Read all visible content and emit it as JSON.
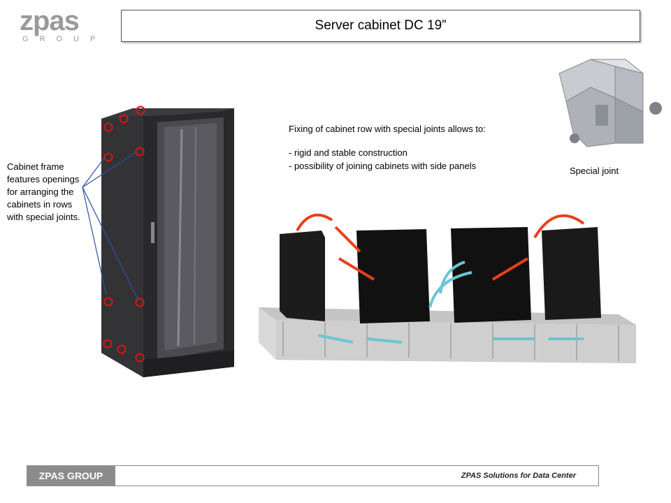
{
  "logo": {
    "wordmark": "zpas",
    "subline": "GROUP"
  },
  "title": "Server cabinet DC 19”",
  "side_note": "Cabinet frame features openings for arranging the cabinets in rows with special joints.",
  "fixing": {
    "intro": "Fixing of cabinet row with special joints allows to:",
    "items": [
      "- rigid and stable construction",
      "- possibility of joining  cabinets with side panels"
    ]
  },
  "joint_caption": "Special joint",
  "footer": {
    "badge": "ZPAS GROUP",
    "tagline": "ZPAS Solutions for Data Center"
  },
  "colors": {
    "marker": "#dd1111",
    "arrow_blue": "#2d4fa3",
    "hot_air": "#e8401c",
    "cold_air": "#6cc4d4"
  }
}
